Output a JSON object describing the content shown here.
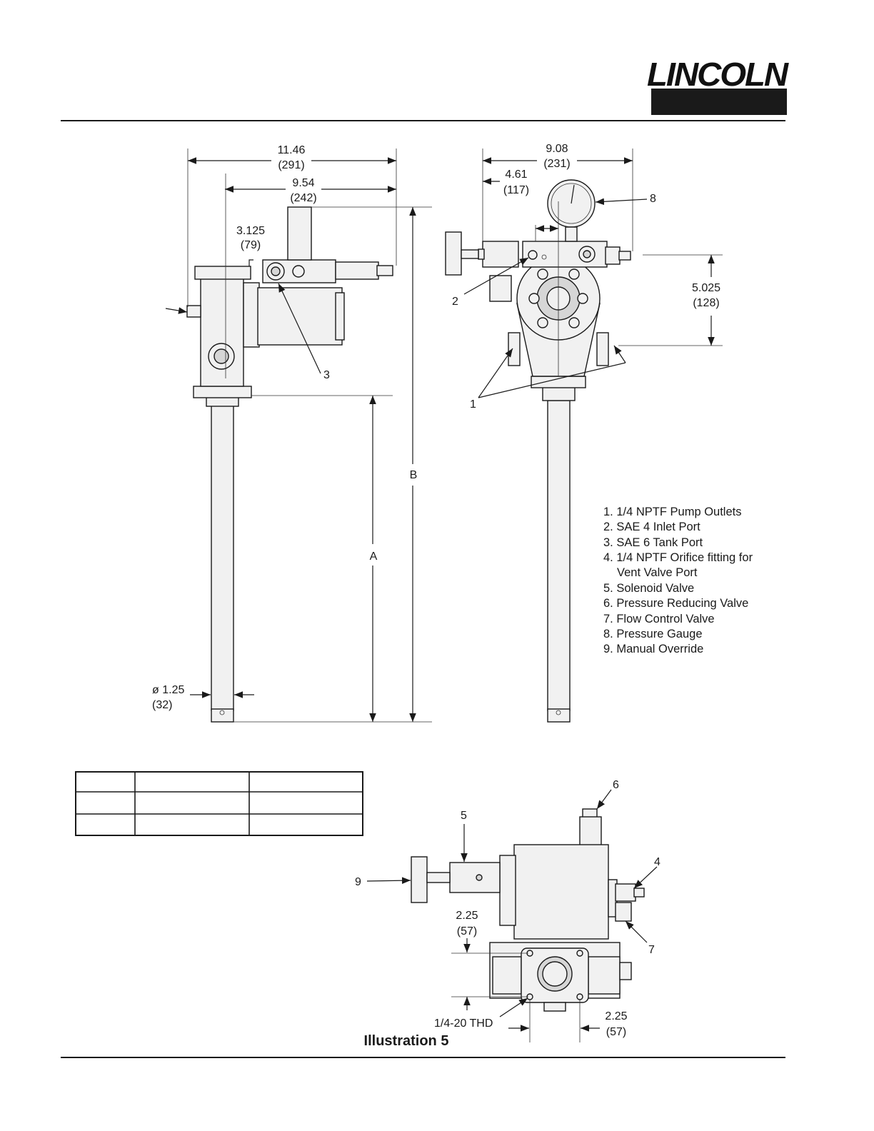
{
  "logo": {
    "text": "LINCOLN",
    "mark": "®"
  },
  "left_view": {
    "dim_overall_width": "11.46",
    "dim_overall_width_mm": "(291)",
    "dim_width_2": "9.54",
    "dim_width_2_mm": "(242)",
    "dim_offset": "3.125",
    "dim_offset_mm": "(79)",
    "callout_3": "3",
    "label_b": "B",
    "label_a": "A",
    "dim_diameter": "ø 1.25",
    "dim_diameter_mm": "(32)"
  },
  "right_view": {
    "dim_width": "9.08",
    "dim_width_mm": "(231)",
    "dim_half": "4.61",
    "dim_half_mm": "(117)",
    "dim_height": "5.025",
    "dim_height_mm": "(128)",
    "callout_8": "8",
    "callout_2": "2",
    "callout_1": "1"
  },
  "legend": {
    "items": [
      "1. 1/4 NPTF Pump Outlets",
      "2. SAE 4 Inlet Port",
      "3. SAE 6 Tank Port",
      "4. 1/4 NPTF Orifice fitting for",
      "Vent Valve Port",
      "5. Solenoid Valve",
      "6.  Pressure Reducing Valve",
      "7. Flow Control Valve",
      "8. Pressure  Gauge",
      "9. Manual Override"
    ]
  },
  "bottom_view": {
    "callout_6": "6",
    "callout_5": "5",
    "callout_4": "4",
    "callout_9": "9",
    "callout_7": "7",
    "dim_a": "2.25",
    "dim_a_mm": "(57)",
    "dim_b": "2.25",
    "dim_b_mm": "(57)",
    "thread": "1/4-20 THD"
  },
  "caption": "Illustration 5"
}
